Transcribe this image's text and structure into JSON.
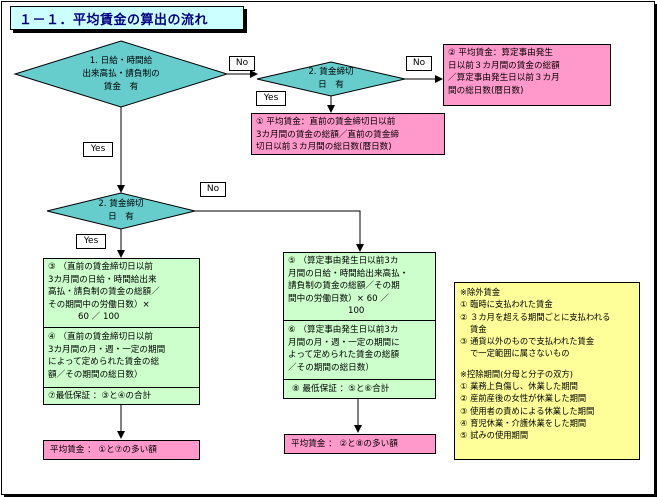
{
  "title": "１－１．平均賃金の算出の流れ",
  "decisions": {
    "d1": [
      "1. 日給・時間給",
      "出来高払・請負制の",
      "賃金　有"
    ],
    "d2": [
      "2. 賃金締切",
      "日　有"
    ],
    "d3": [
      "2. 賃金締切",
      "日　有"
    ]
  },
  "labels": {
    "no1": "No",
    "no2": "No",
    "no3": "No",
    "yes1": "Yes",
    "yes2": "Yes",
    "yes3": "Yes"
  },
  "boxes": {
    "box2": [
      "② 平均賃金：算定事由発生",
      "日以前３カ月間の賃金の総額",
      "／算定事由発生日以前３カ月",
      "間の総日数(暦日数)"
    ],
    "box1": [
      "① 平均賃金：直前の賃金締切日以前",
      "3カ月間の賃金の総額／直前の賃金締",
      "切日以前３カ月間の総日数(暦日数)"
    ],
    "box3": [
      "③ （直前の賃金締切日以前",
      "3カ月間の日給・時間給出来",
      "高払・請負制の賃金の総額／",
      "その期間中の労働日数）×",
      "60 ／ 100"
    ],
    "box4": [
      "④ （直前の賃金締切日以前",
      "3カ月間の月・週・一定の期間",
      "によって定められた賃金の総",
      "額／その期間の総日数）"
    ],
    "box7": "⑦最低保証 ：③と④の合計",
    "box5": [
      "⑤ （算定事由発生日以前3カ",
      "月間の日給・時間給出来高払・",
      "請負制の賃金の総額／その期",
      "間中の労働日数）× 60 ／",
      "100"
    ],
    "box6": [
      "⑥ （算定事由発生日以前3カ",
      "月間の月・週・一定の期間に",
      "よって定められた賃金の総額",
      "／その期間の総日数）"
    ],
    "box8": "⑧ 最低保証 ：⑤と⑥合計",
    "result_left": "平均賃金 ： ①と⑦の多い額",
    "result_right": "平均賃金 ： ②と⑧の多い額"
  },
  "notes": {
    "exclusions_title": "※除外賃金",
    "exclusions": [
      "① 臨時に支払われた賃金",
      "② ３カ月を超える期間ごとに支払われる",
      "賃金",
      "③ 通貨以外のもので支払われた賃金",
      "で一定範囲に属さないもの"
    ],
    "deductions_title": "※控除期間(分母と分子の双方)",
    "deductions": [
      "① 業務上負傷し、休業した期間",
      "② 産前産後の女性が休業した期間",
      "③ 使用者の責めによる休業した期間",
      "④ 育児休業・介護休業をした期間",
      "⑤ 試みの使用期間"
    ]
  },
  "colors": {
    "decision_fill": "#66cccc",
    "pink": "#ff99cc",
    "green": "#ccffcc",
    "yellow": "#ffff99",
    "title_fill": "#ccffff",
    "title_text": "#000080"
  }
}
